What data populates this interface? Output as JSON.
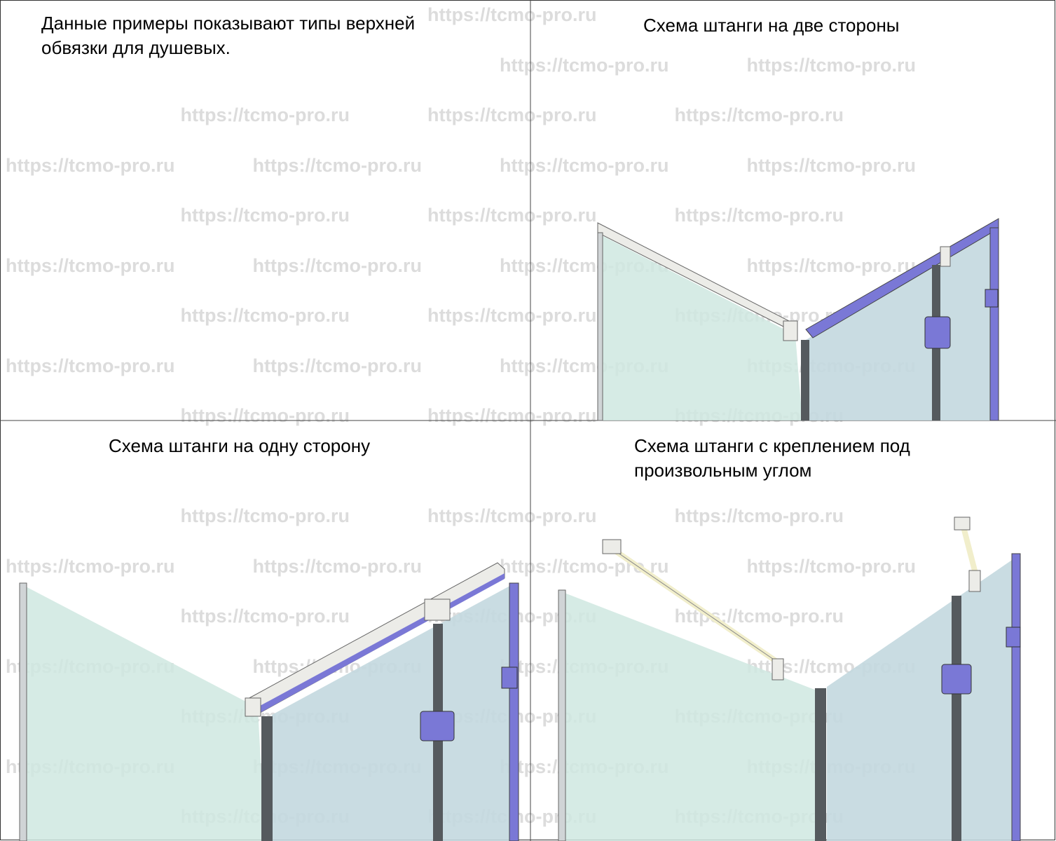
{
  "watermark": "https://tcmo-pro.ru",
  "panels": {
    "intro": {
      "text_line1": "Данные примеры показывают типы верхней",
      "text_line2": "обвязки для душевых."
    },
    "two_sides": {
      "title": "Схема штанги на две стороны"
    },
    "one_side": {
      "title": "Схема штанги на одну сторону"
    },
    "any_angle": {
      "title_line1": "Схема штанги с креплением под",
      "title_line2": "произвольным углом"
    }
  },
  "colors": {
    "glass_green": "#cfe8e0",
    "glass_blue": "#c3d8df",
    "rail_purple": "#7a78d6",
    "rail_white": "#ecece8",
    "post_dark": "#555a5e"
  }
}
